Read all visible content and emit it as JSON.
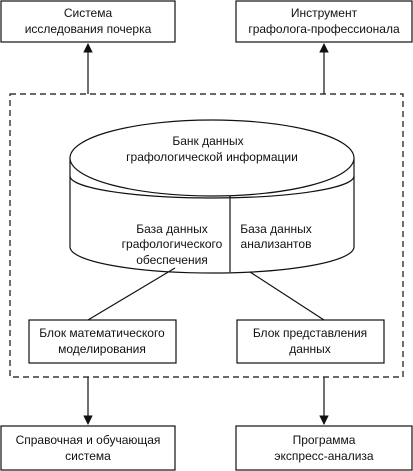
{
  "boxes": {
    "top_left": [
      "Система",
      "исследования почерка"
    ],
    "top_right": [
      "Инструмент",
      "графолога-профессионала"
    ],
    "bottom_left": [
      "Справочная и обучающая",
      "система"
    ],
    "bottom_right": [
      "Программа",
      "экспресс-анализа"
    ],
    "inner_left": [
      "Блок математического",
      "моделирования"
    ],
    "inner_right": [
      "Блок представления",
      "данных"
    ]
  },
  "database": {
    "bank_title": [
      "Банк данных",
      "графологической информации"
    ],
    "left_section": [
      "База данных",
      "графологического",
      "обеспечения"
    ],
    "right_section": [
      "База данных",
      "анализантов"
    ]
  },
  "colors": {
    "stroke": "#111111",
    "background": "#ffffff"
  }
}
